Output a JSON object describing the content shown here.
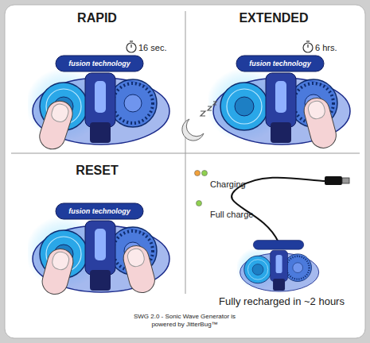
{
  "diagram": {
    "caption": "SWG 2.0 - Sonic Wave Generator is powered by JitterBug™",
    "nodes": [
      {
        "text": [
          "RAPID",
          "16 sec."
        ]
      },
      {
        "text": [
          "EXTENDED",
          "6 hrs."
        ]
      },
      {
        "text": [
          "RESET"
        ]
      },
      {
        "text": [
          "Charging",
          "Full charge",
          "Fully recharged in ~2 hours"
        ]
      }
    ],
    "labels": [
      "fusion technology",
      "fusion technology",
      "fusion technology"
    ]
  }
}
